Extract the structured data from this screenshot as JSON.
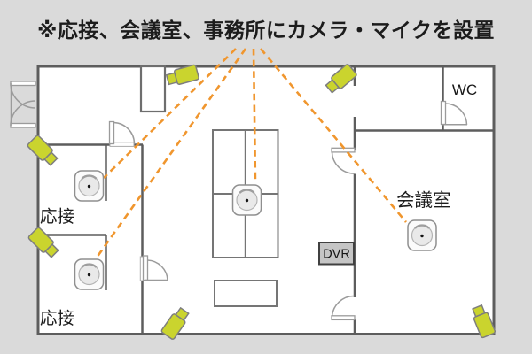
{
  "title": "※応接、会議室、事務所にカメラ・マイクを設置",
  "rooms": {
    "reception_1": "応接",
    "reception_2": "応接",
    "meeting_room": "会議室",
    "toilet": "WC"
  },
  "devices": {
    "dvr_label": "DVR",
    "camera_icon_count": 6,
    "microphone_icon_count": 4,
    "connector_line_count": 4
  },
  "colors": {
    "background": "#dadada",
    "floor": "#ffffff",
    "wall": "#5d5d5d",
    "camera_fill": "#cad42e",
    "connector_orange": "#f0962e",
    "dvr_fill": "#c5c5c5",
    "text": "#1c1c1c"
  }
}
